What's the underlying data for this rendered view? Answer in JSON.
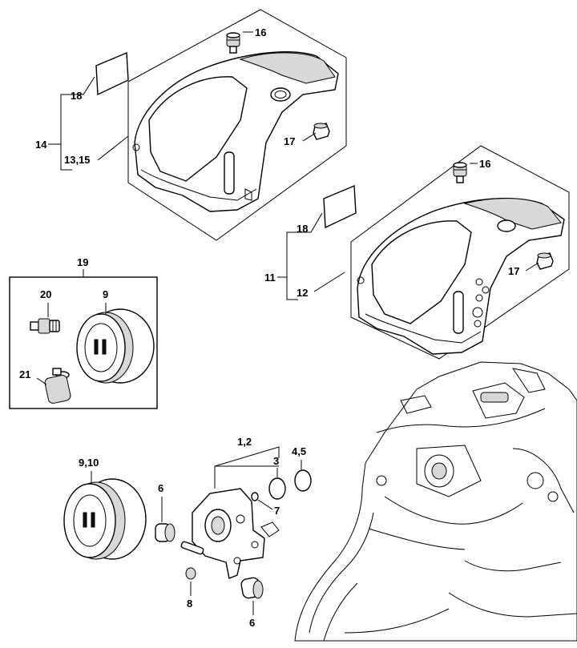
{
  "callouts": {
    "c16a": "16",
    "c18a": "18",
    "c14": "14",
    "c1315": "13,15",
    "c17a": "17",
    "c16b": "16",
    "c18b": "18",
    "c11": "11",
    "c12": "12",
    "c17b": "17",
    "c19": "19",
    "c20": "20",
    "c9": "9",
    "c21": "21",
    "c910": "9,10",
    "c6a": "6",
    "c12b": "1,2",
    "c3": "3",
    "c45": "4,5",
    "c7": "7",
    "c8": "8",
    "c6b": "6"
  }
}
